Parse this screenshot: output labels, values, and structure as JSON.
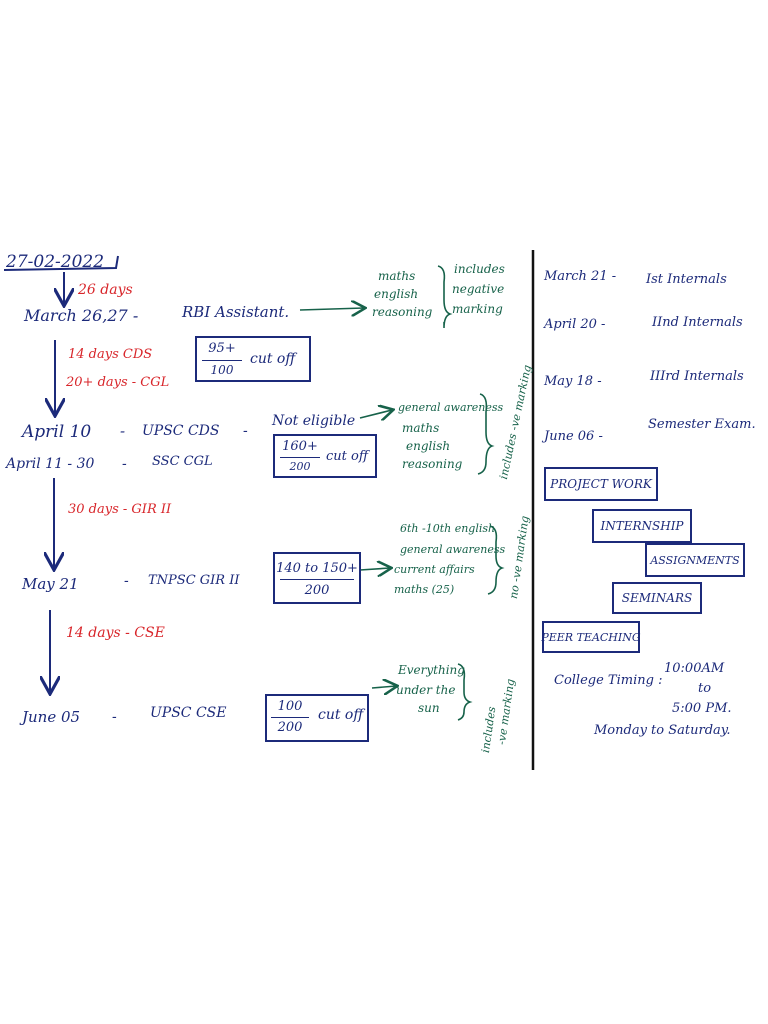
{
  "date": "27-02-2022",
  "left": {
    "gaps": [
      "26 days",
      "14 days CDS",
      "20+ days - CGL",
      "30 days - GIR II",
      "14 days - CSE"
    ],
    "events": [
      {
        "date": "March 26,27 -",
        "exam": "RBI Assistant."
      },
      {
        "date": "April 10",
        "dash": "-",
        "exam": "UPSC CDS",
        "dash2": "-",
        "note": "Not eligible"
      },
      {
        "date": "April 11 - 30",
        "dash": "-",
        "exam": "SSC CGL"
      },
      {
        "date": "May 21",
        "dash": "-",
        "exam": "TNPSC GIR II"
      },
      {
        "date": "June 05",
        "dash": "-",
        "exam": "UPSC CSE"
      }
    ],
    "cutoffs": [
      {
        "num": "95+",
        "den": "100",
        "label": "cut off"
      },
      {
        "num": "160+",
        "den": "200",
        "label": "cut off"
      },
      {
        "num": "140 to 150+",
        "den": "200",
        "label": ""
      },
      {
        "num": "100",
        "den": "200",
        "label": "cut off"
      }
    ],
    "syllabus": {
      "rbi": {
        "subjects": [
          "maths",
          "english",
          "reasoning"
        ],
        "note": [
          "includes",
          "negative",
          "marking"
        ]
      },
      "cds_cgl": {
        "subjects": [
          "general awareness",
          "maths",
          "english",
          "reasoning"
        ],
        "note": "includes -ve marking"
      },
      "gir": {
        "subjects": [
          "6th -10th english",
          "general awareness",
          "current affairs",
          "maths (25)"
        ],
        "note": "no -ve marking"
      },
      "cse": {
        "subjects": [
          "Everything",
          "under the",
          "sun"
        ],
        "note": [
          "includes",
          "-ve marking"
        ]
      }
    }
  },
  "right": {
    "schedule": [
      {
        "date": "March 21 -",
        "event": "Ist Internals"
      },
      {
        "date": "April 20 -",
        "event": "IInd Internals"
      },
      {
        "date": "May 18 -",
        "event": "IIIrd Internals"
      },
      {
        "date": "June 06 -",
        "event": "Semester Exam."
      }
    ],
    "activities": [
      "PROJECT WORK",
      "INTERNSHIP",
      "ASSIGNMENTS",
      "SEMINARS",
      "PEER TEACHING"
    ],
    "timing": {
      "label": "College Timing :",
      "start": "10:00AM",
      "to": "to",
      "end": "5:00 PM.",
      "days": "Monday to Saturday."
    }
  },
  "colors": {
    "ink_blue": "#1c2a7a",
    "ink_red": "#d8252a",
    "ink_green": "#17624a",
    "paper": "#ffffff"
  }
}
